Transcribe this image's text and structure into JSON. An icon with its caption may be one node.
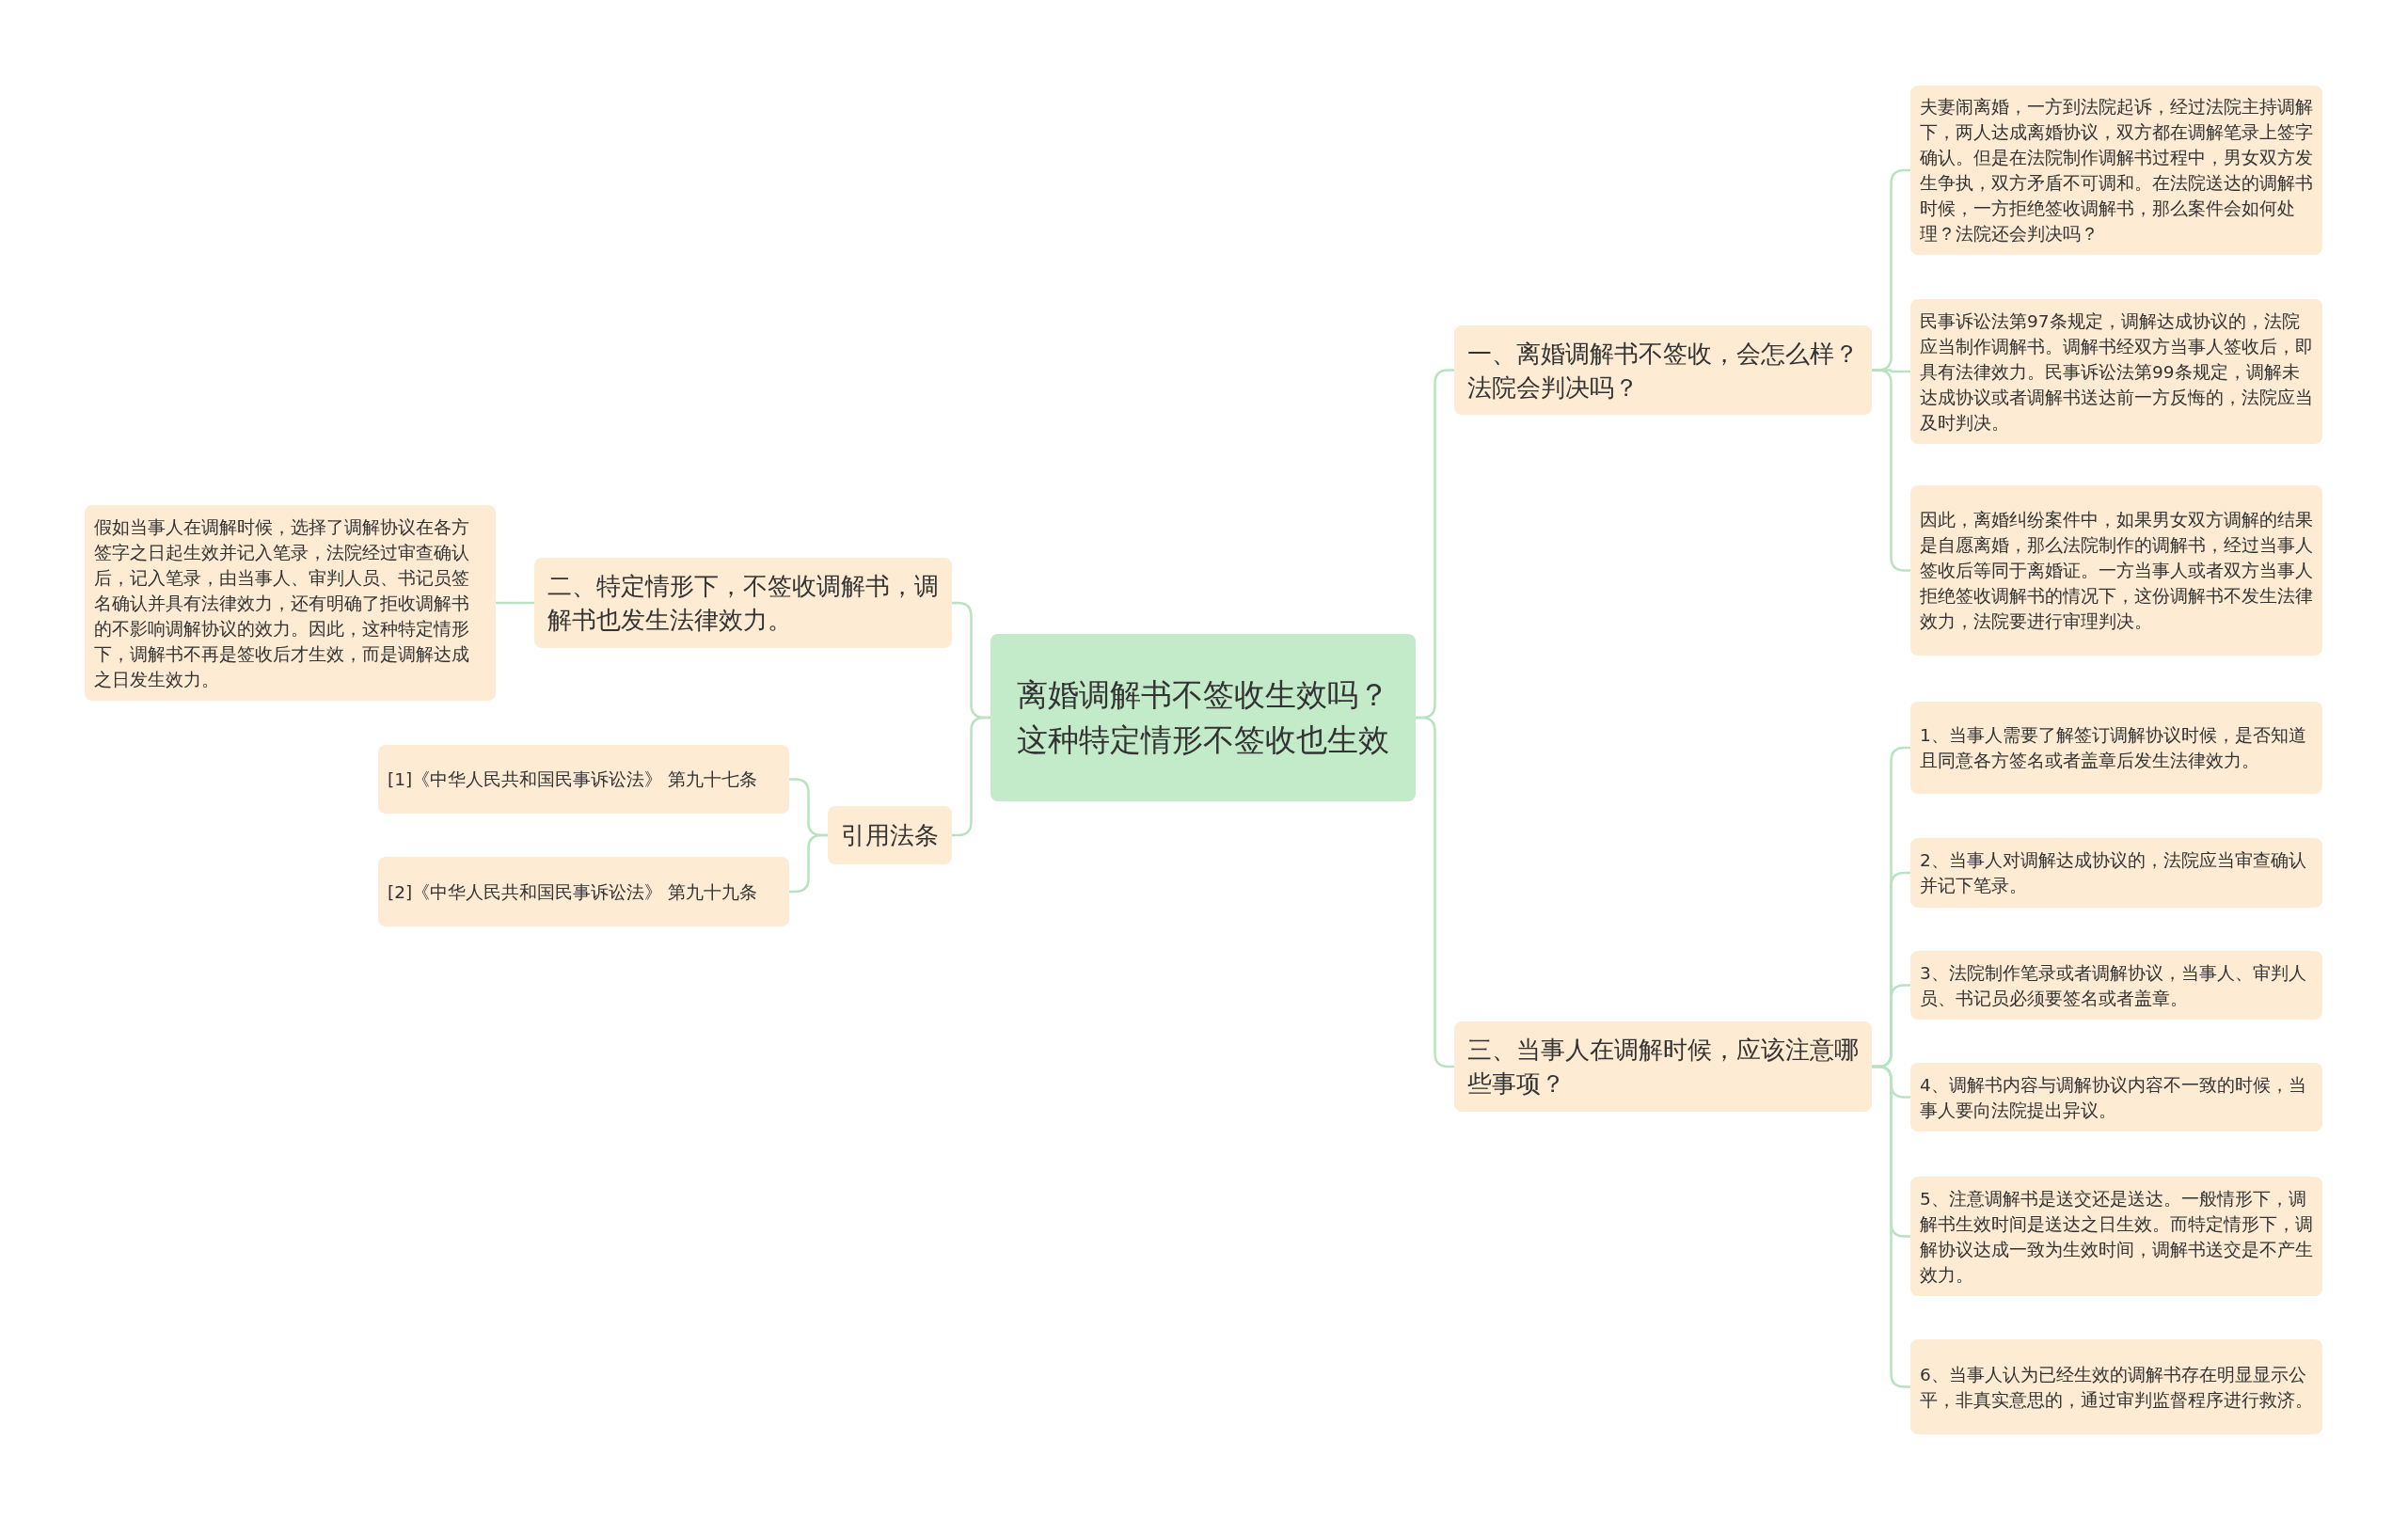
{
  "diagram": {
    "nodes": [
      {
        "text": [
          "离婚调解书不签收生效吗？这种特定情形不签收也生效"
        ]
      },
      {
        "text": [
          "一、离婚调解书不签收，会怎么样？法院会判决吗？"
        ]
      },
      {
        "text": [
          "夫妻闹离婚，一方到法院起诉，经过法院主持调解下，两人达成离婚协议，双方都在调解笔录上签字确认。但是在法院制作调解书过程中，男女双方发生争执，双方矛盾不可调和。在法院送达的调解书时候，一方拒绝签收调解书，那么案件会如何处理？法院还会判决吗？"
        ]
      },
      {
        "text": [
          "民事诉讼法第97条规定，调解达成协议的，法院应当制作调解书。调解书经双方当事人签收后，即具有法律效力。民事诉讼法第99条规定，调解未达成协议或者调解书送达前一方反悔的，法院应当及时判决。"
        ]
      },
      {
        "text": [
          "因此，离婚纠纷案件中，如果男女双方调解的结果是自愿离婚，那么法院制作的调解书，经过当事人签收后等同于离婚证。一方当事人或者双方当事人拒绝签收调解书的情况下，这份调解书不发生法律效力，法院要进行审理判决。"
        ]
      },
      {
        "text": [
          "三、当事人在调解时候，应该注意哪些事项？"
        ]
      },
      {
        "text": [
          "1、当事人需要了解签订调解协议时候，是否知道且同意各方签名或者盖章后发生法律效力。"
        ]
      },
      {
        "text": [
          "2、当事人对调解达成协议的，法院应当审查确认并记下笔录。"
        ]
      },
      {
        "text": [
          "3、法院制作笔录或者调解协议，当事人、审判人员、书记员必须要签名或者盖章。"
        ]
      },
      {
        "text": [
          "4、调解书内容与调解协议内容不一致的时候，当事人要向法院提出异议。"
        ]
      },
      {
        "text": [
          "5、注意调解书是送交还是送达。一般情形下，调解书生效时间是送达之日生效。而特定情形下，调解协议达成一致为生效时间，调解书送交是不产生效力。"
        ]
      },
      {
        "text": [
          "6、当事人认为已经生效的调解书存在明显显示公平，非真实意思的，通过审判监督程序进行救济。"
        ]
      },
      {
        "text": [
          "二、特定情形下，不签收调解书，调解书也发生法律效力。"
        ]
      },
      {
        "text": [
          "假如当事人在调解时候，选择了调解协议在各方签字之日起生效并记入笔录，法院经过审查确认后，记入笔录，由当事人、审判人员、书记员签名确认并具有法律效力，还有明确了拒收调解书的不影响调解协议的效力。因此，这种特定情形下，调解书不再是签收后才生效，而是调解达成之日发生效力。"
        ]
      },
      {
        "text": [
          "引用法条"
        ]
      },
      {
        "text": [
          "[1]《中华人民共和国民事诉讼法》 第九十七条"
        ]
      },
      {
        "text": [
          "[2]《中华人民共和国民事诉讼法》 第九十九条"
        ]
      }
    ],
    "edges": [
      {
        "from": 0,
        "to": 1,
        "arrow": "none"
      },
      {
        "from": 1,
        "to": 2,
        "arrow": "none"
      },
      {
        "from": 1,
        "to": 3,
        "arrow": "none"
      },
      {
        "from": 1,
        "to": 4,
        "arrow": "none"
      },
      {
        "from": 0,
        "to": 5,
        "arrow": "none"
      },
      {
        "from": 5,
        "to": 6,
        "arrow": "none"
      },
      {
        "from": 5,
        "to": 7,
        "arrow": "none"
      },
      {
        "from": 5,
        "to": 8,
        "arrow": "none"
      },
      {
        "from": 5,
        "to": 9,
        "arrow": "none"
      },
      {
        "from": 5,
        "to": 10,
        "arrow": "none"
      },
      {
        "from": 5,
        "to": 11,
        "arrow": "none"
      },
      {
        "from": 0,
        "to": 12,
        "arrow": "none"
      },
      {
        "from": 12,
        "to": 13,
        "arrow": "none"
      },
      {
        "from": 0,
        "to": 14,
        "arrow": "none"
      },
      {
        "from": 14,
        "to": 15,
        "arrow": "none"
      },
      {
        "from": 14,
        "to": 16,
        "arrow": "none"
      }
    ]
  }
}
